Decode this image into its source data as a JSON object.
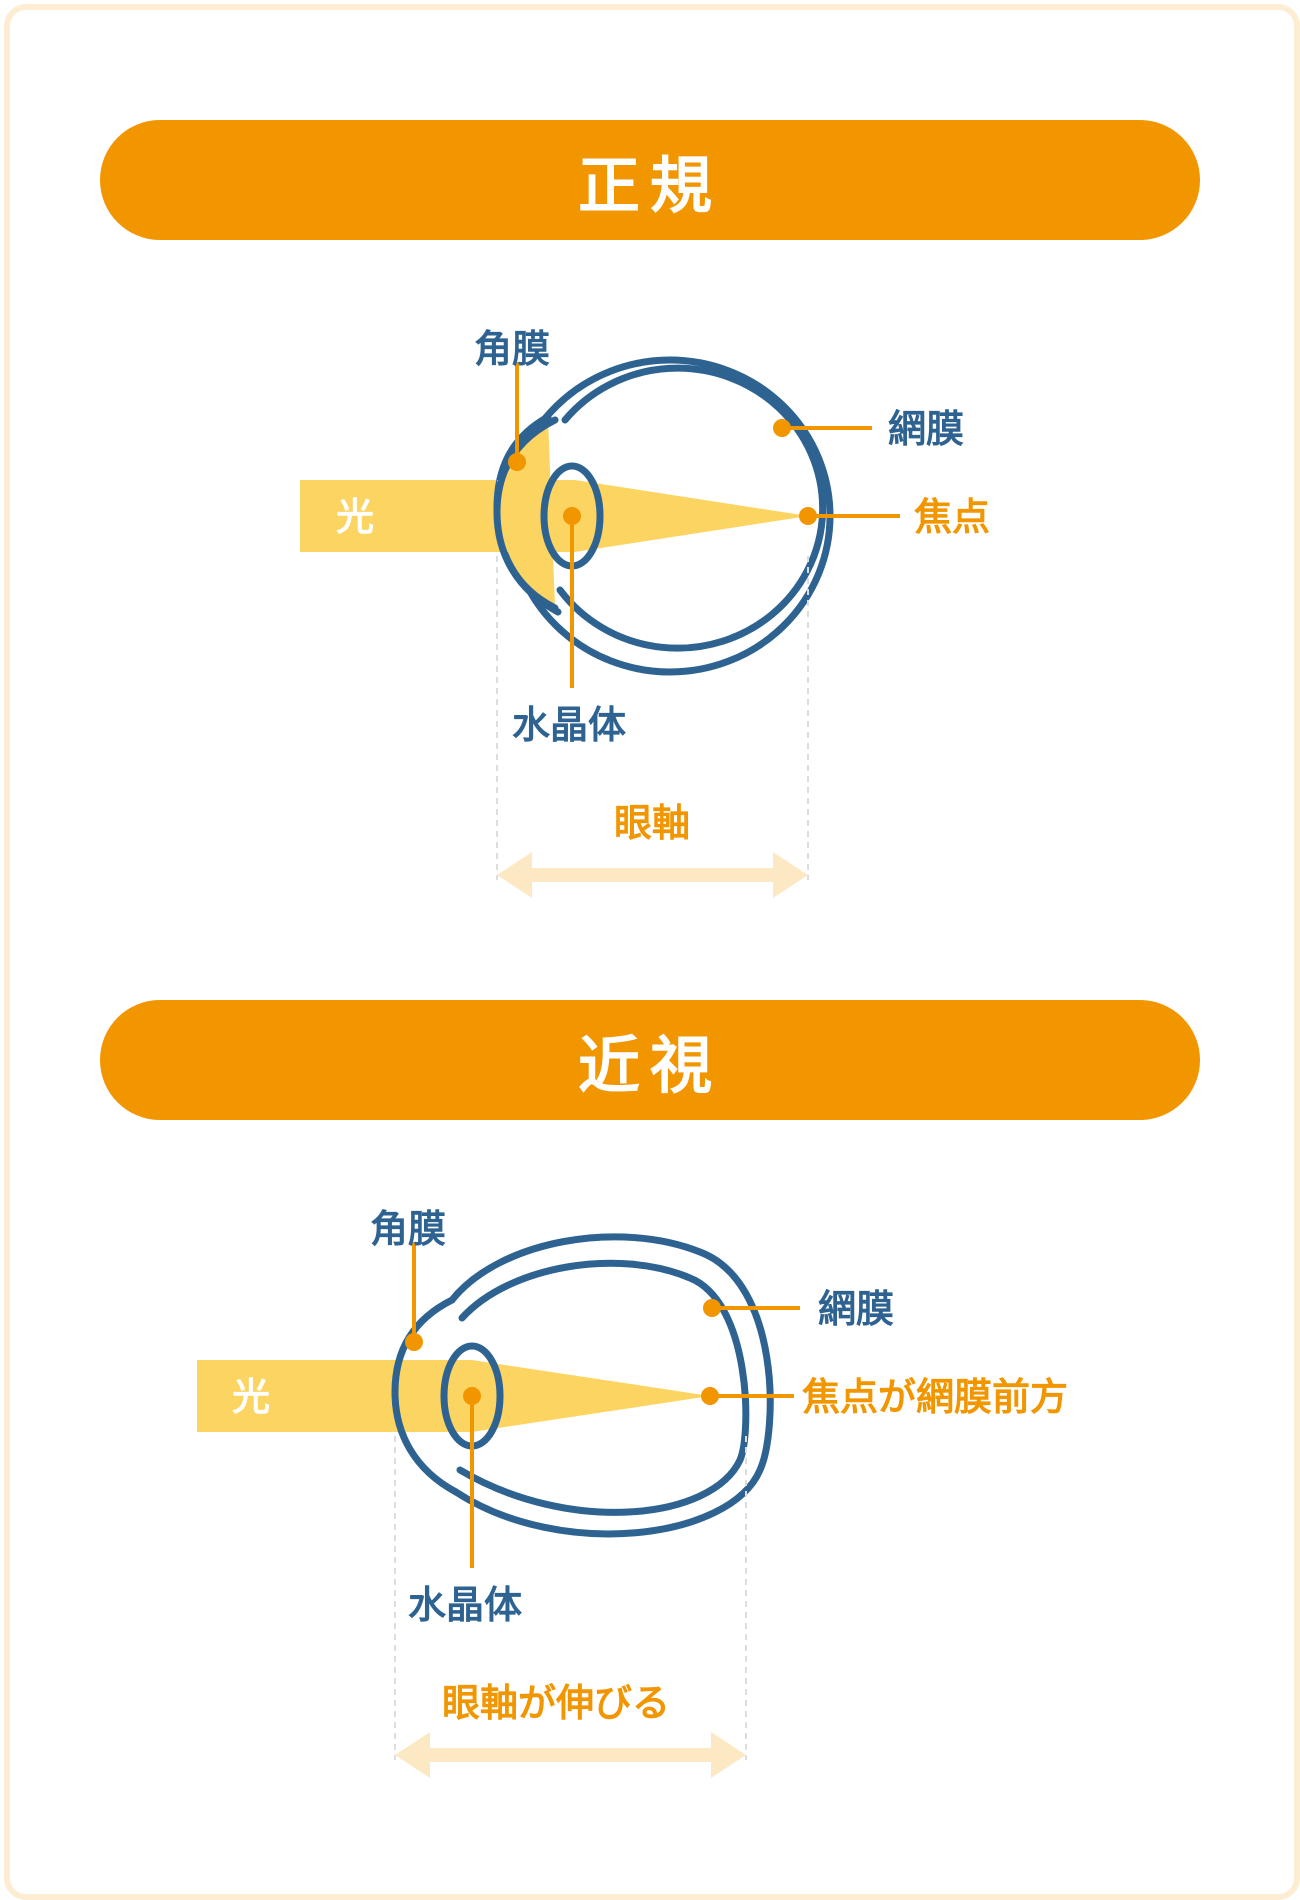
{
  "sections": {
    "normal": {
      "title": "正規",
      "labels": {
        "cornea": "角膜",
        "retina": "網膜",
        "light": "光",
        "focus": "焦点",
        "lens": "水晶体",
        "axis": "眼軸"
      }
    },
    "myopia": {
      "title": "近視",
      "labels": {
        "cornea": "角膜",
        "retina": "網膜",
        "light": "光",
        "focus": "焦点が網膜前方",
        "lens": "水晶体",
        "axis": "眼軸が伸びる"
      }
    }
  },
  "colors": {
    "banner": "#f29600",
    "eye_outline": "#2e6391",
    "light_beam": "#fcd462",
    "leader_line": "#f29600",
    "axis_arrow": "#fde8c4",
    "frame_border": "#fdeed3"
  }
}
